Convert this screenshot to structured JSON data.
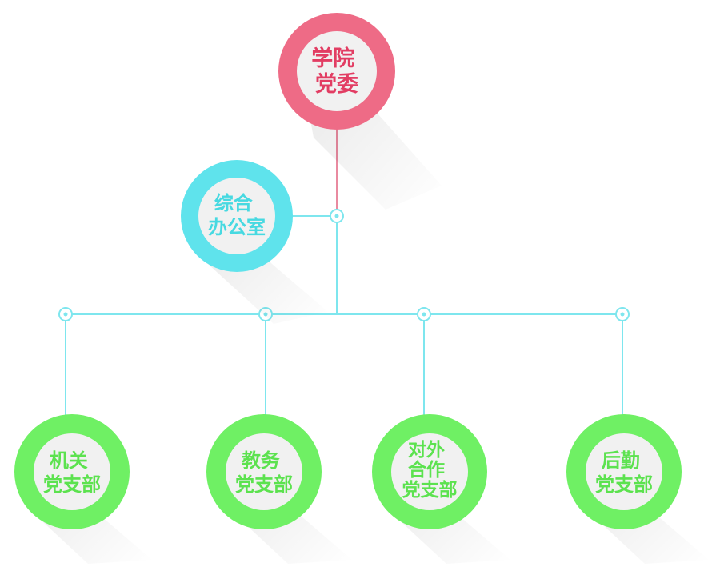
{
  "colors": {
    "root": "#ee6b86",
    "office": "#5fe3ec",
    "branch": "#6ff064",
    "connector_root": "#e98aa0",
    "connector": "#7ee6ee",
    "inner": "#f1f1f1",
    "root_text": "#e23d63",
    "office_text": "#47d9e1",
    "branch_text": "#5ce24f"
  },
  "root": {
    "lines": [
      "学院",
      "党委"
    ]
  },
  "office": {
    "lines": [
      "综合",
      "办公室"
    ]
  },
  "branches": [
    {
      "lines": [
        "机关",
        "党支部"
      ]
    },
    {
      "lines": [
        "教务",
        "党支部"
      ]
    },
    {
      "lines": [
        "对外",
        "合作",
        "党支部"
      ]
    },
    {
      "lines": [
        "后勤",
        "党支部"
      ]
    }
  ]
}
